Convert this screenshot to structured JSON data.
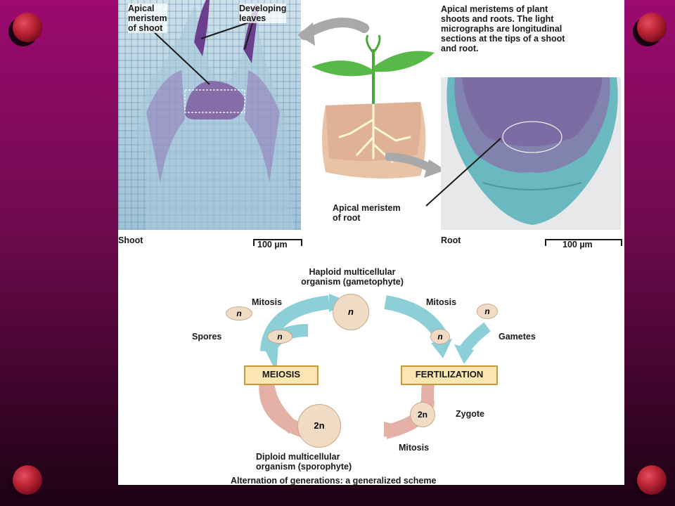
{
  "slide": {
    "shoot_labels": {
      "apical_meristem_shoot": [
        "Apical",
        "meristem",
        "of shoot"
      ],
      "developing_leaves": [
        "Developing",
        "leaves"
      ]
    },
    "intro_text": [
      "Apical meristems of plant",
      "shoots and roots. The light",
      "micrographs are longitudinal",
      "sections at the tips of a shoot",
      "and root."
    ],
    "root_label": [
      "Apical meristem",
      "of root"
    ],
    "shoot_caption": "Shoot",
    "root_caption": "Root",
    "scale_shoot": "100 µm",
    "scale_root": "100 µm"
  },
  "cycle": {
    "haploid_title": [
      "Haploid multicellular",
      "organism (gametophyte)"
    ],
    "diploid_title": [
      "Diploid multicellular",
      "organism (sporophyte)"
    ],
    "mitosis_left": "Mitosis",
    "mitosis_right": "Mitosis",
    "mitosis_bottom": "Mitosis",
    "spores": "Spores",
    "gametes": "Gametes",
    "zygote": "Zygote",
    "meiosis": "MEIOSIS",
    "fertilization": "FERTILIZATION",
    "n": "n",
    "two_n": "2n",
    "footer": "Alternation of generations: a generalized scheme"
  },
  "colors": {
    "haploid_arrow": "#8ccfd6",
    "diploid_arrow": "#e5b1a6",
    "cell_fill": "#f0dcc4",
    "box_fill": "#fbe5b0"
  }
}
